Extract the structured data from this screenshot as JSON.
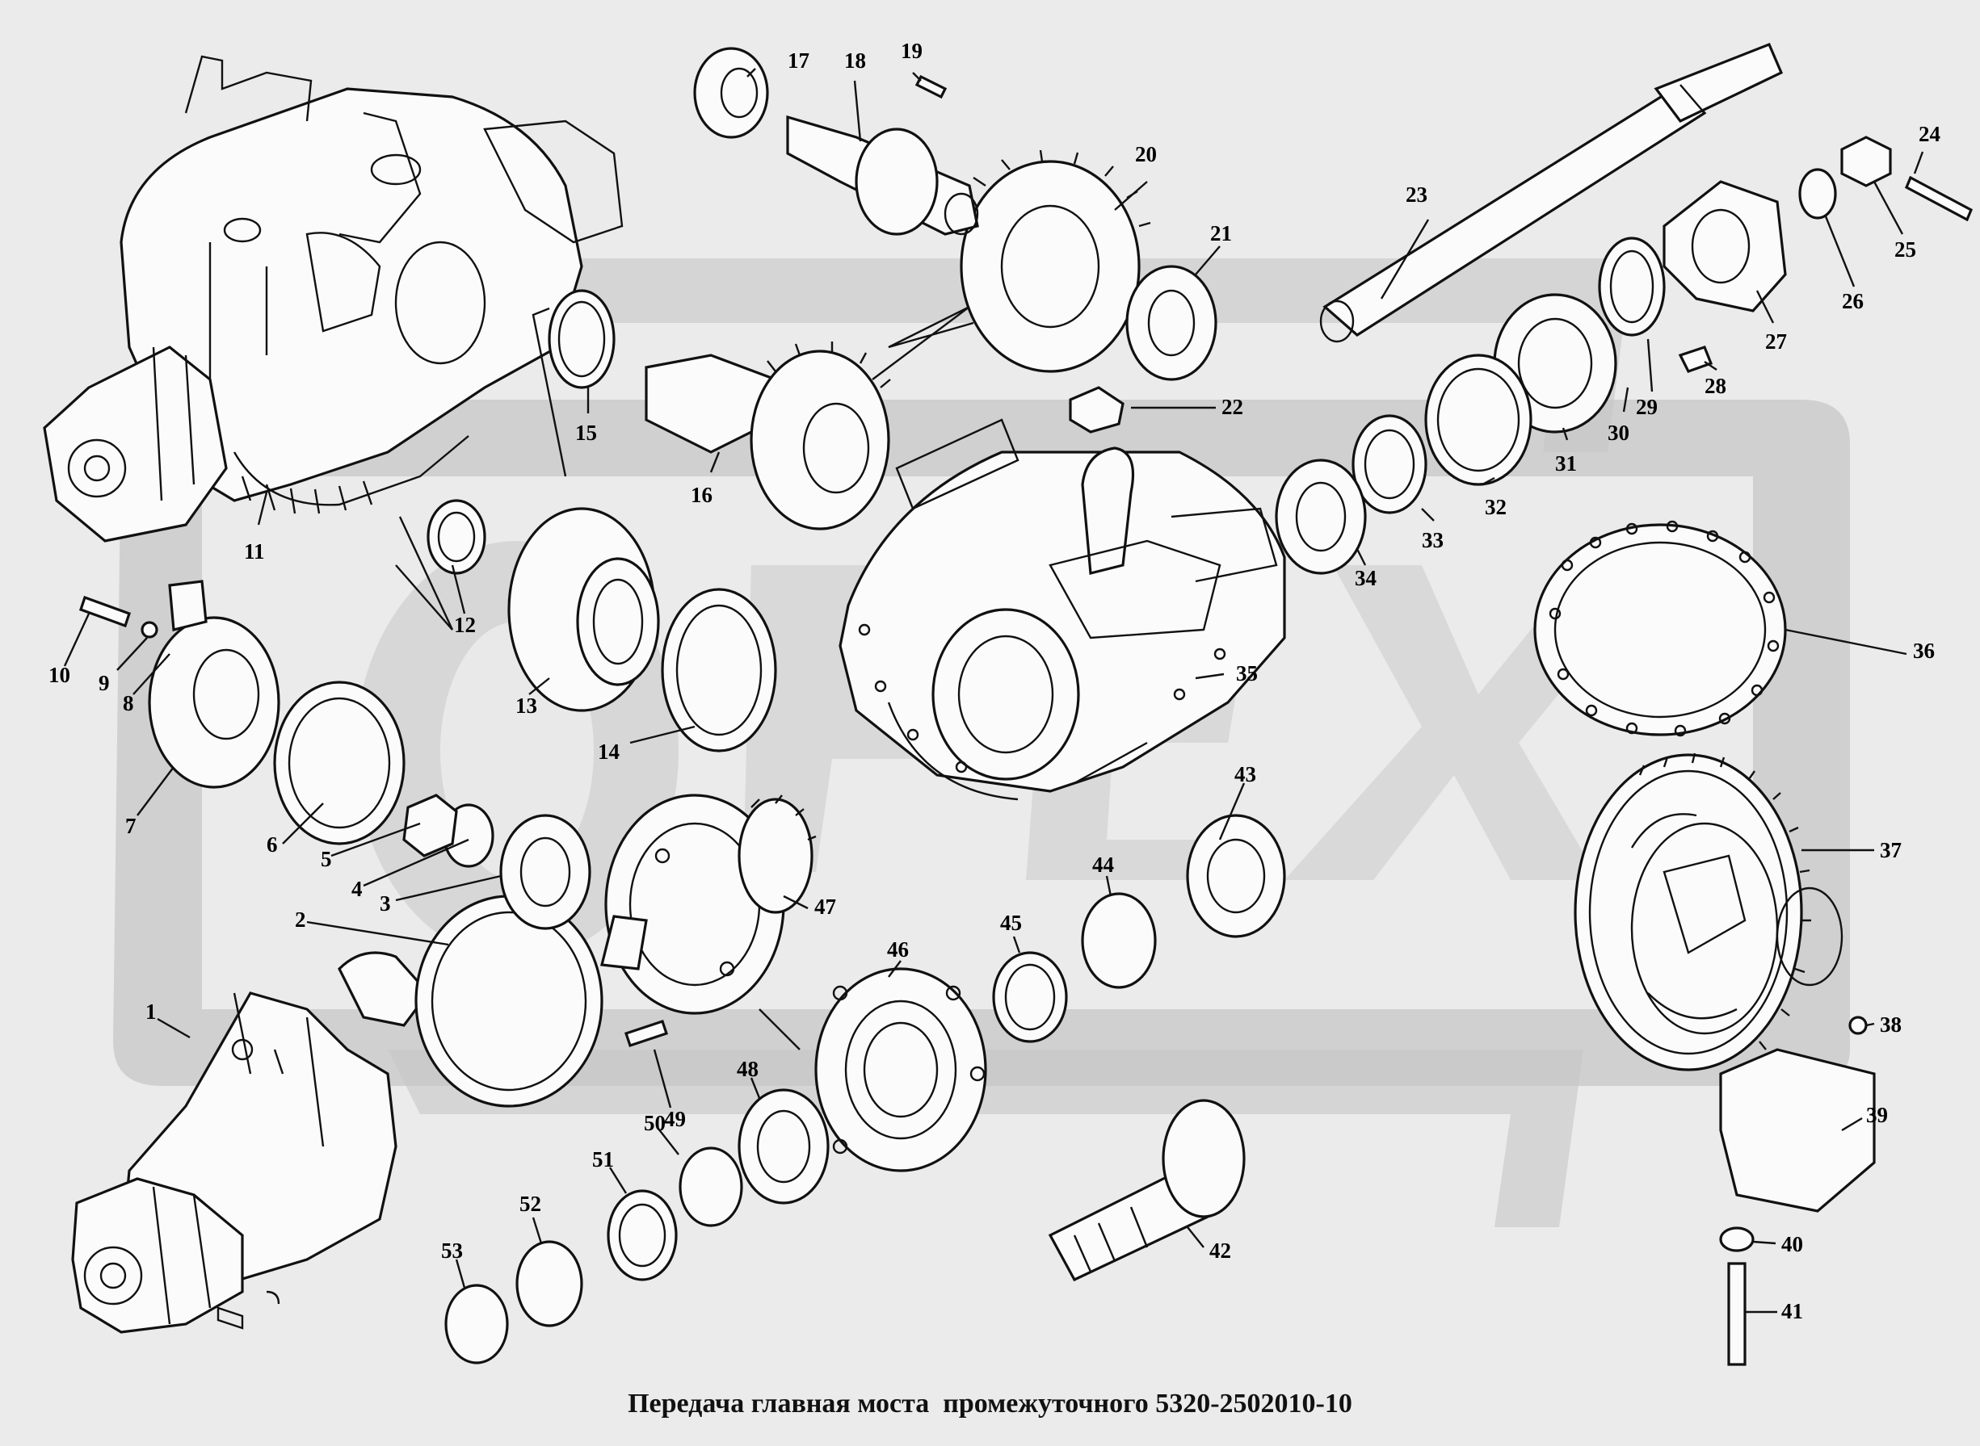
{
  "diagram": {
    "title": "Передача главная моста  промежуточного 5320-2502010-10",
    "part_numbers": [
      "1",
      "2",
      "3",
      "4",
      "5",
      "6",
      "7",
      "8",
      "9",
      "10",
      "11",
      "12",
      "13",
      "14",
      "15",
      "16",
      "17",
      "18",
      "19",
      "20",
      "21",
      "22",
      "23",
      "24",
      "25",
      "26",
      "27",
      "28",
      "29",
      "30",
      "31",
      "32",
      "33",
      "34",
      "35",
      "36",
      "37",
      "38",
      "39",
      "40",
      "41",
      "42",
      "43",
      "44",
      "45",
      "46",
      "47",
      "48",
      "49",
      "50",
      "51",
      "52",
      "53"
    ]
  },
  "colors": {
    "background": "#ebebeb",
    "watermark": "#c7c7c7",
    "ink": "#111111"
  },
  "watermark": {
    "type": "logo",
    "text": "ОРЕХ"
  }
}
